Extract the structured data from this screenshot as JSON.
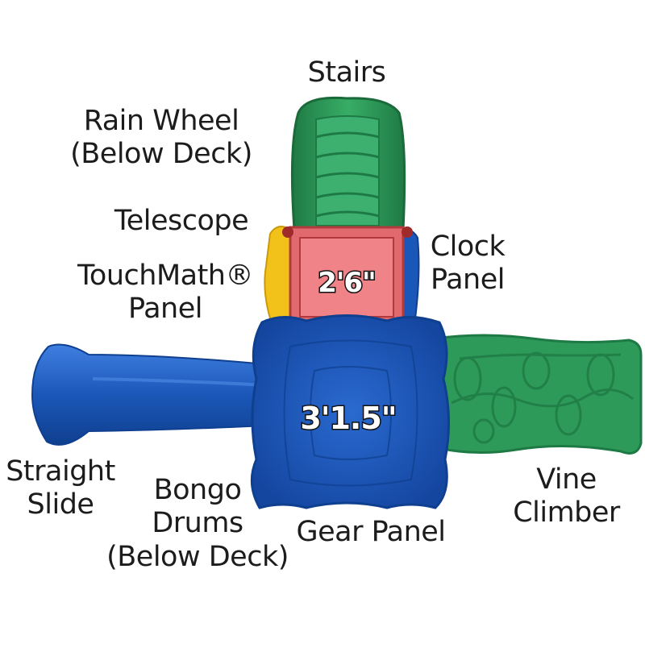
{
  "labels": {
    "stairs": "Stairs",
    "rain_wheel": [
      "Rain Wheel",
      "(Below Deck)"
    ],
    "telescope": "Telescope",
    "touchmath": [
      "TouchMath®",
      "Panel"
    ],
    "clock_panel": [
      "Clock",
      "Panel"
    ],
    "straight_slide": [
      "Straight",
      "Slide"
    ],
    "bongo_drums": [
      "Bongo",
      "Drums",
      "(Below Deck)"
    ],
    "gear_panel": "Gear Panel",
    "vine_climber": [
      "Vine",
      "Climber"
    ]
  },
  "dimensions": {
    "upper_deck": "2'6\"",
    "main_deck": "3'1.5\""
  },
  "colors": {
    "green": "#2e9a5a",
    "green_dark": "#1e7a44",
    "blue": "#1b57b8",
    "blue_dark": "#0f3f8f",
    "yellow": "#f2c21b",
    "red": "#e0676b",
    "red_dark": "#b23a3c"
  }
}
